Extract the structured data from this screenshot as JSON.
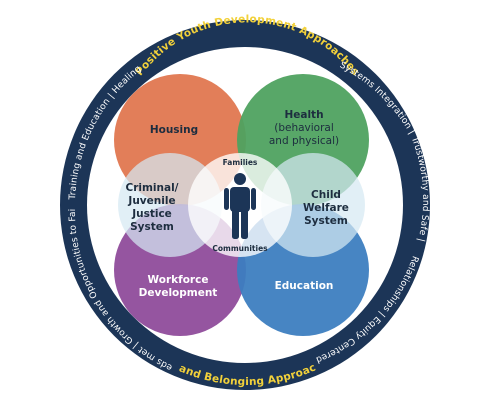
{
  "ring": {
    "top_title": "Positive Youth Development Approaches",
    "bottom_title": "REI and Belonging Approaches",
    "upper_left": "Training and Education | Healing",
    "upper_right": "Systems Integration |",
    "right": "Trustworthy and Safe |",
    "lower_right": "Relationships | Equity Centered",
    "left": "Needs met | Growth and Opportunities to Fail |"
  },
  "domains": {
    "housing": "Housing",
    "health_line1": "Health",
    "health_line2": "(behavioral",
    "health_line3": "and physical)",
    "criminal_line1": "Criminal/",
    "criminal_line2": "Juvenile",
    "criminal_line3": "Justice",
    "criminal_line4": "System",
    "child_line1": "Child",
    "child_line2": "Welfare",
    "child_line3": "System",
    "workforce_line1": "Workforce",
    "workforce_line2": "Development",
    "education": "Education"
  },
  "center": {
    "top_label": "Families",
    "bottom_label": "Communities",
    "icon": "person-icon"
  },
  "colors": {
    "ring": "#1c3557",
    "ring_title": "#f2d13a",
    "housing": "#e07750",
    "health": "#4fa260",
    "workforce": "#8f4c9b",
    "education": "#3d7ec0",
    "light_circle": "#d6e9f2",
    "person": "#1c3557"
  }
}
